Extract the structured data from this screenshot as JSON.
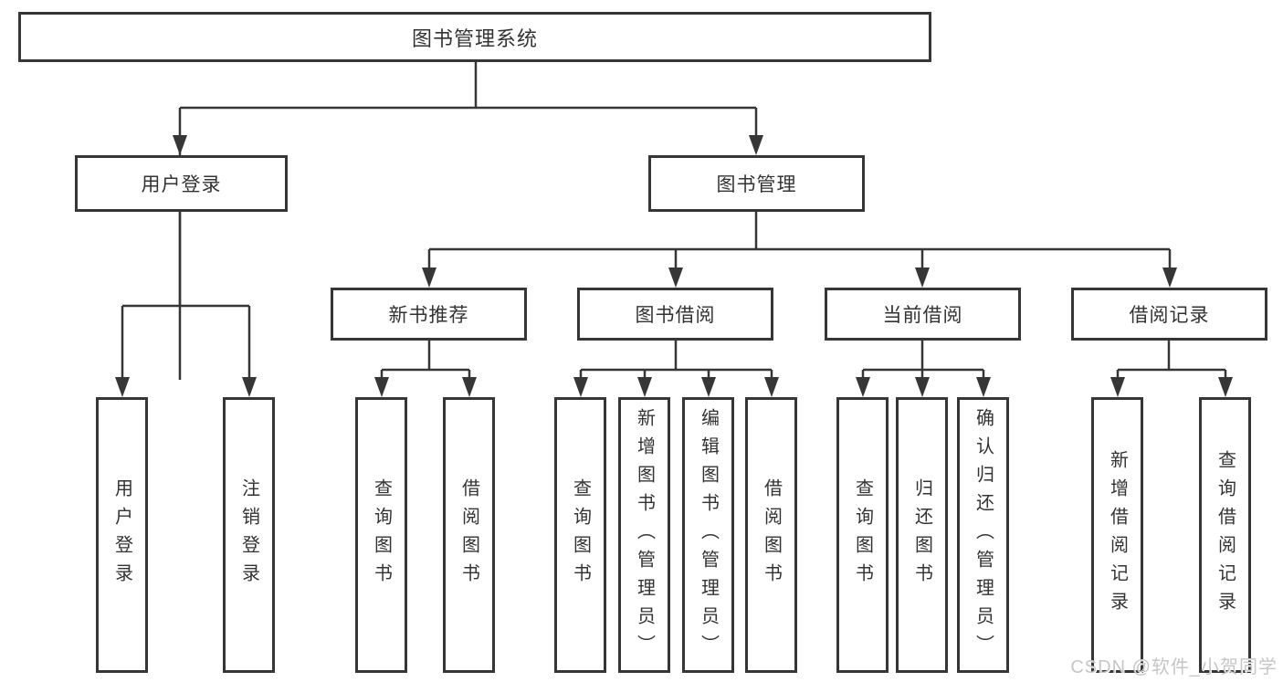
{
  "diagram": {
    "root": "图书管理系统",
    "level2": {
      "user_login": "用户登录",
      "book_mgmt": "图书管理"
    },
    "level3": {
      "new_books": "新书推荐",
      "book_borrow": "图书借阅",
      "current_borrow": "当前借阅",
      "borrow_records": "借阅记录"
    },
    "leaves": {
      "user_login": "用户登录",
      "logout": "注销登录",
      "nb_query_books": "查询图书",
      "nb_borrow_books": "借阅图书",
      "bb_query_books": "查询图书",
      "bb_add_books": "新增图书（管理员）",
      "bb_edit_books": "编辑图书（管理员）",
      "bb_borrow_books": "借阅图书",
      "cb_query_books": "查询图书",
      "cb_return_books": "归还图书",
      "cb_confirm_return": "确认归还（管理员）",
      "br_add_record": "新增借阅记录",
      "br_query_record": "查询借阅记录"
    }
  },
  "watermark": "CSDN @软件_小贺同学",
  "colors": {
    "line": "#363636",
    "text": "#333333",
    "watermark": "#c6c6c6",
    "background": "#ffffff"
  }
}
